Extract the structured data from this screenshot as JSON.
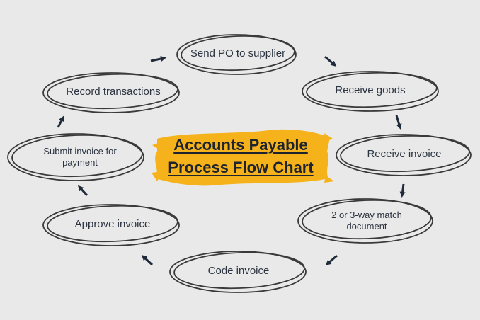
{
  "title": {
    "line1": "Accounts Payable",
    "line2": "Process Flow Chart",
    "highlight_color": "#f6b21a"
  },
  "steps": [
    {
      "label": "Send PO to supplier"
    },
    {
      "label": "Receive goods"
    },
    {
      "label": "Receive invoice"
    },
    {
      "label": "2 or 3-way match document"
    },
    {
      "label": "Code invoice"
    },
    {
      "label": "Approve invoice"
    },
    {
      "label": "Submit invoice for payment"
    },
    {
      "label": "Record transactions"
    }
  ],
  "colors": {
    "background": "#e9e9e9",
    "ellipse_stroke": "#3a3a3a",
    "arrow": "#1f2b3a",
    "text": "#2b3440"
  },
  "arrow_icon": "arrow-icon"
}
